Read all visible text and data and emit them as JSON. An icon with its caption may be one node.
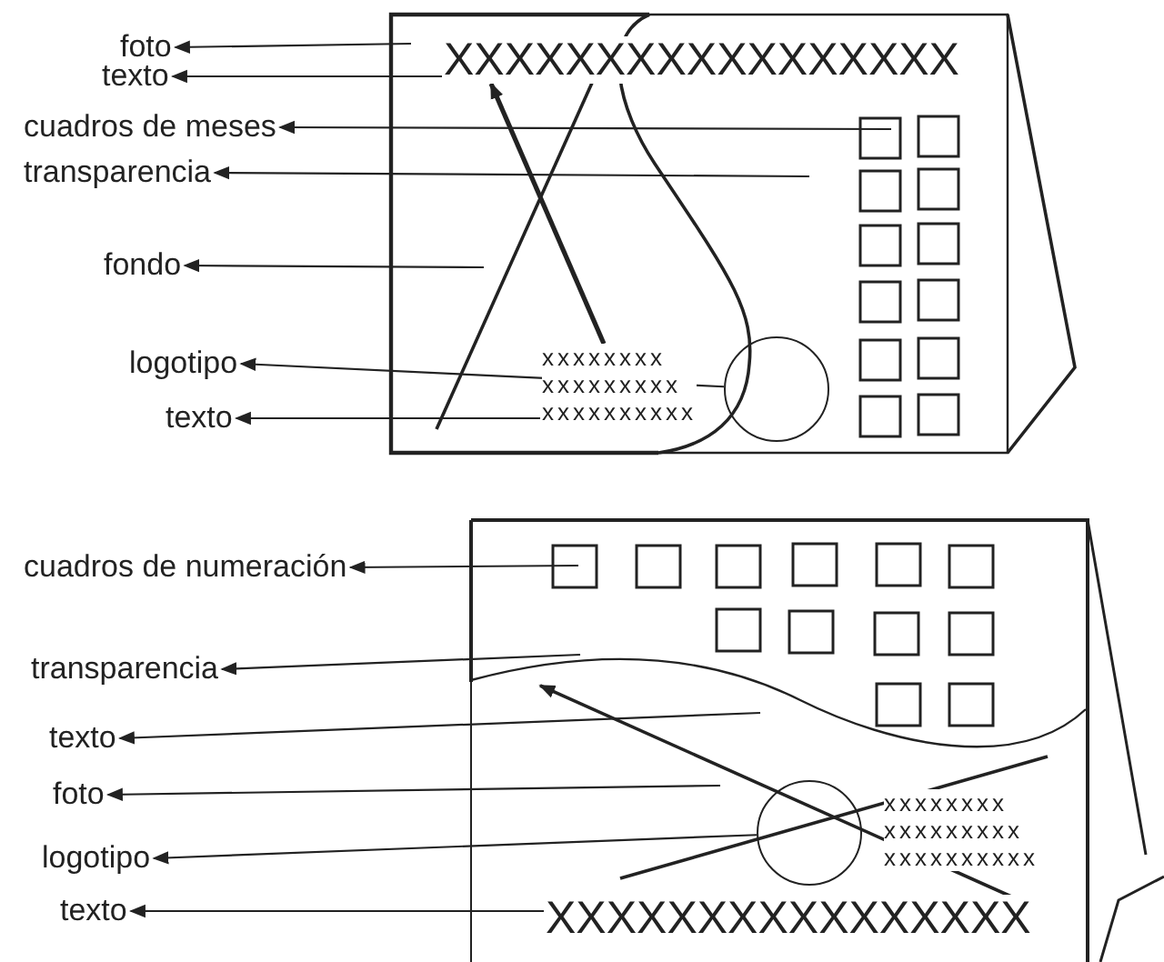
{
  "diagram": {
    "nodes": [
      {
        "text": [
          "foto"
        ]
      },
      {
        "text": [
          "texto"
        ]
      },
      {
        "text": [
          "cuadros de meses"
        ]
      },
      {
        "text": [
          "transparencia"
        ]
      },
      {
        "text": [
          "fondo"
        ]
      },
      {
        "text": [
          "logotipo"
        ]
      },
      {
        "text": [
          "texto"
        ]
      },
      {
        "text": [
          "cuadros de numeración"
        ]
      },
      {
        "text": [
          "transparencia"
        ]
      },
      {
        "text": [
          "texto"
        ]
      },
      {
        "text": [
          "foto"
        ]
      },
      {
        "text": [
          "logotipo"
        ]
      },
      {
        "text": [
          "texto"
        ]
      },
      {
        "text": [
          "XXXXXXXXXXXXXXXXX"
        ]
      },
      {
        "text": [
          "xxxxxxxx xxxxxxxxx xxxxxxxxxx"
        ]
      },
      {
        "text": [],
        "shape": "circle"
      },
      {
        "text": [
          "xxxxxxxx xxxxxxxxx xxxxxxxxxx"
        ]
      },
      {
        "text": [],
        "shape": "circle"
      },
      {
        "text": [
          "XXXXXXXXXXXXXXXX"
        ]
      }
    ],
    "edges": [
      {
        "from": null,
        "to": 0,
        "arrow": "to"
      },
      {
        "from": 13,
        "to": 1,
        "arrow": "to"
      },
      {
        "from": null,
        "to": 2,
        "arrow": "to"
      },
      {
        "from": null,
        "to": 3,
        "arrow": "to"
      },
      {
        "from": null,
        "to": 4,
        "arrow": "to"
      },
      {
        "from": 15,
        "to": 5,
        "arrow": "to"
      },
      {
        "from": 14,
        "to": 6,
        "arrow": "to"
      },
      {
        "from": null,
        "to": 7,
        "arrow": "to"
      },
      {
        "from": null,
        "to": 8,
        "arrow": "to"
      },
      {
        "from": null,
        "to": 9,
        "arrow": "to"
      },
      {
        "from": null,
        "to": 10,
        "arrow": "to"
      },
      {
        "from": 17,
        "to": 11,
        "arrow": "to"
      },
      {
        "from": 18,
        "to": 12,
        "arrow": "to"
      },
      {
        "from": 14,
        "to": 13,
        "arrow": "to",
        "style": "thick"
      }
    ]
  }
}
